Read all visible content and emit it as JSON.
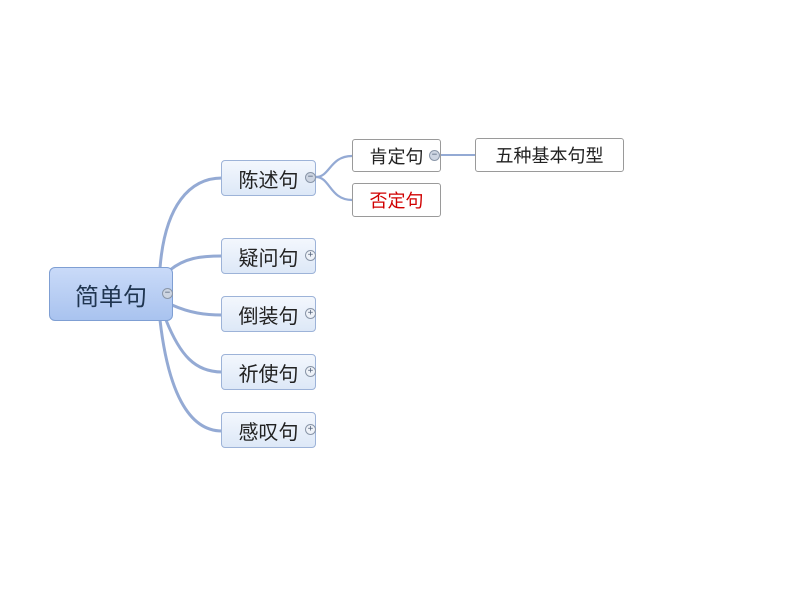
{
  "mindmap": {
    "root": {
      "label": "简单句",
      "toggle": "−"
    },
    "branches": [
      {
        "label": "陈述句",
        "toggle": "−",
        "children": [
          {
            "label": "肯定句",
            "toggle": "−",
            "children": [
              {
                "label": "五种基本句型"
              }
            ]
          },
          {
            "label": "否定句"
          }
        ]
      },
      {
        "label": "疑问句",
        "toggle": "+"
      },
      {
        "label": "倒装句",
        "toggle": "+"
      },
      {
        "label": "祈使句",
        "toggle": "+"
      },
      {
        "label": "感叹句",
        "toggle": "+"
      }
    ]
  },
  "colors": {
    "connector": "#94aad4",
    "root_fill": "#b3caf2",
    "branch_fill": "#e8eff9",
    "negative_text": "#d00000"
  }
}
